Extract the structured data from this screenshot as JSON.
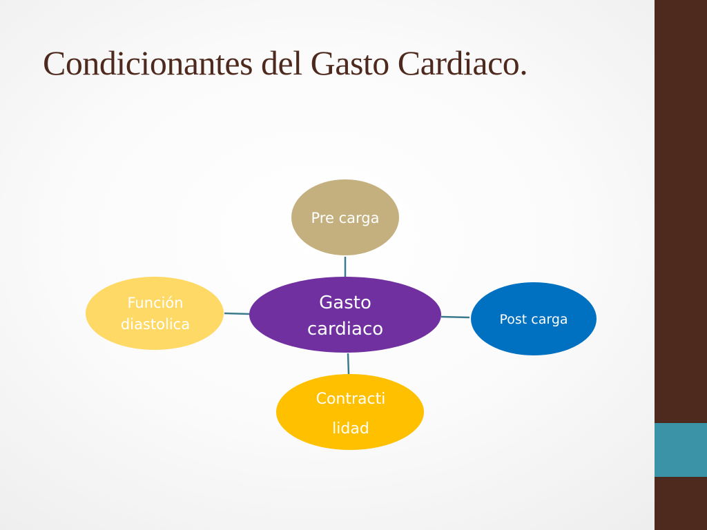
{
  "slide": {
    "title": "Condicionantes del Gasto Cardiaco."
  },
  "diagram": {
    "center": {
      "lines": [
        "Gasto",
        "cardiaco"
      ],
      "color": "#7030a0"
    },
    "nodes": [
      {
        "id": "pre-carga",
        "lines": [
          "Pre carga"
        ],
        "color": "#c4b07e"
      },
      {
        "id": "post-carga",
        "lines": [
          "Post carga"
        ],
        "color": "#0070c0"
      },
      {
        "id": "contractilidad",
        "lines": [
          "Contracti",
          "lidad"
        ],
        "color": "#ffc000"
      },
      {
        "id": "funcion-diastolica",
        "lines": [
          "Función",
          "diastolica"
        ],
        "color": "#ffd966"
      }
    ],
    "connector_color": "#3a7a8c"
  },
  "theme": {
    "title_color": "#4e2a1e",
    "bar_color": "#4e2a1e",
    "accent_color": "#3a93a6"
  }
}
